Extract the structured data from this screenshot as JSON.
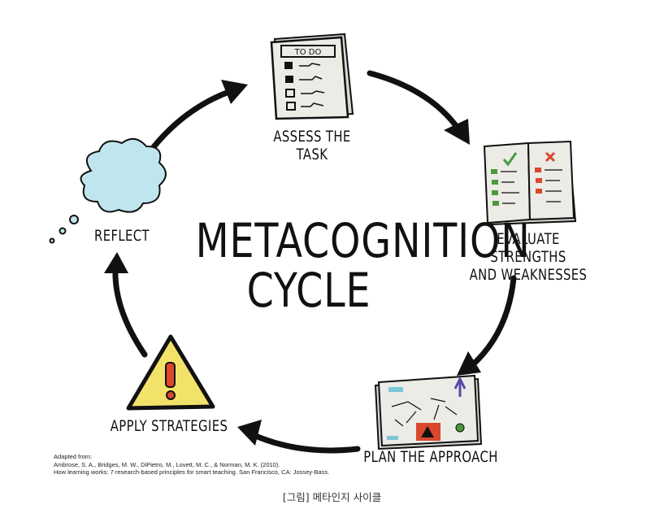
{
  "diagram": {
    "title_line1": "METACOGNITION",
    "title_line2": "CYCLE",
    "stages": {
      "assess": {
        "line1": "ASSESS THE",
        "line2": "TASK"
      },
      "evaluate": {
        "line1": "EVALUATE STRENGTHS",
        "line2": "AND WEAKNESSES"
      },
      "plan": {
        "label": "PLAN THE APPROACH"
      },
      "apply": {
        "label": "APPLY STRATEGIES"
      },
      "reflect": {
        "label": "REFLECT"
      }
    },
    "todo_header": "TO DO",
    "colors": {
      "cloud": "#bfe6ee",
      "warning": "#f3e26a",
      "accent_red": "#d9472e",
      "check_green": "#4a9a3d",
      "paper": "#ecebe6"
    }
  },
  "citation": {
    "line1": "Adapted from:",
    "line2": "Ambrose, S. A., Bridges, M. W., DiPietro, M., Lovett, M. C., & Norman, M. K. (2010).",
    "line3": "How learning works: 7 research-based principles for smart teaching. San Francisco, CA: Jossey-Bass."
  },
  "caption": "[그림] 메타인지 사이클"
}
